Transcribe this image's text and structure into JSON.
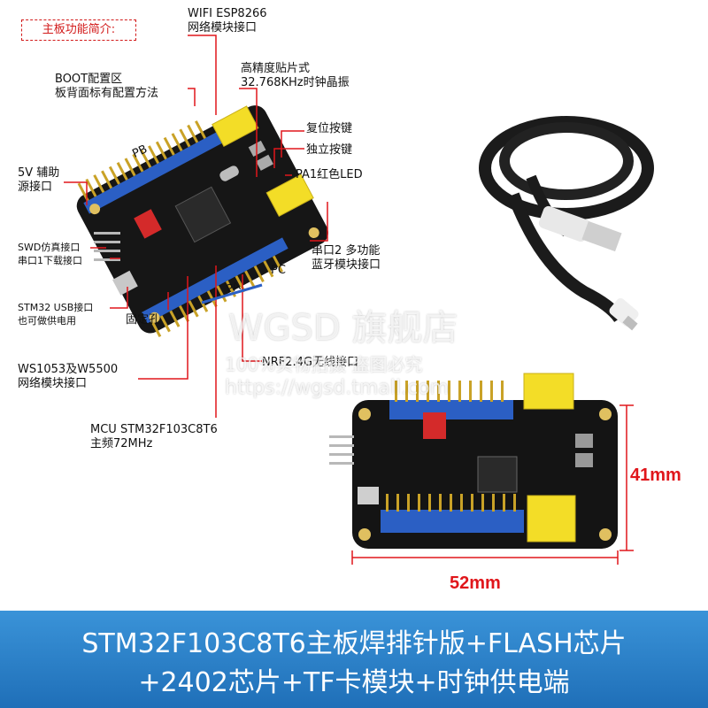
{
  "section_tag": "主板功能简介:",
  "labels": {
    "wifi": "WIFI ESP8266\n网络模块接口",
    "crystal": "高精度贴片式\n32.768KHz时钟晶振",
    "boot": "BOOT配置区\n板背面标有配置方法",
    "reset_key": "复位按键",
    "user_key": "独立按键",
    "led": "PA1红色LED",
    "power5v": "5V 辅助\n源接口",
    "swd": "SWD仿真接口\n串口1下载接口",
    "usb": "STM32 USB接口\n也可做供电用",
    "mount": "固定孔",
    "uart2": "串口2 多功能\n蓝牙模块接口",
    "nrf": "NRF2.4G无线接口",
    "ws": "WS1053及W5500\n网络模块接口",
    "mcu": "MCU STM32F103C8T6\n主频72MHz",
    "pb": "PB",
    "pa": "PA",
    "pc": "PC"
  },
  "watermark": {
    "brand": "WGSD 旗舰店",
    "notice": "100%实物拍摄 盗图必究",
    "url": "https://wgsd.tmall.com"
  },
  "dimensions": {
    "height": "41mm",
    "width": "52mm"
  },
  "footer": {
    "line1": "STM32F103C8T6主板焊排针版+FLASH芯片",
    "line2": "+2402芯片+TF卡模块+时钟供电端"
  },
  "colors": {
    "accent_red": "#e0161b",
    "footer_blue": "#2a82cc",
    "pcb_black": "#141414",
    "header_blue": "#2b5fc4",
    "header_yellow": "#f3dd27"
  }
}
